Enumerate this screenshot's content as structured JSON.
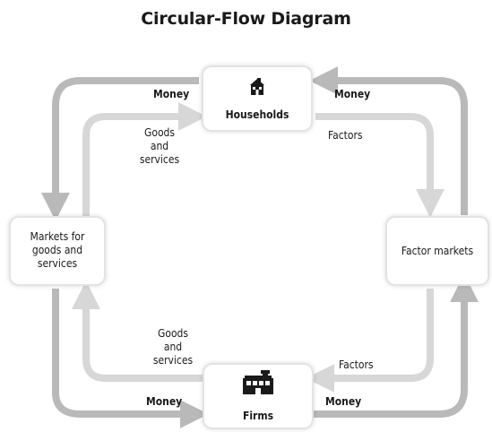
{
  "title": "Circular-Flow Diagram",
  "nodes": {
    "households": {
      "label": "Households",
      "icon": "house-icon"
    },
    "firms": {
      "label": "Firms",
      "icon": "factory-icon"
    },
    "goods_market": {
      "label_lines": [
        "Markets for",
        "goods and",
        "services"
      ]
    },
    "factor_market": {
      "label": "Factor markets"
    }
  },
  "flows": {
    "money_households_to_goods": "Money",
    "goods_to_households": [
      "Goods",
      "and",
      "services"
    ],
    "factors_households_to_factor": "Factors",
    "money_factor_to_households": "Money",
    "goods_firms_to_goods_market": [
      "Goods",
      "and",
      "services"
    ],
    "money_goods_market_to_firms": "Money",
    "factors_factor_to_firms": "Factors",
    "money_firms_to_factor": "Money"
  },
  "colors": {
    "outer_arrow": "#b9b9b9",
    "inner_arrow": "#d7d7d7",
    "text": "#1a1a1a"
  }
}
